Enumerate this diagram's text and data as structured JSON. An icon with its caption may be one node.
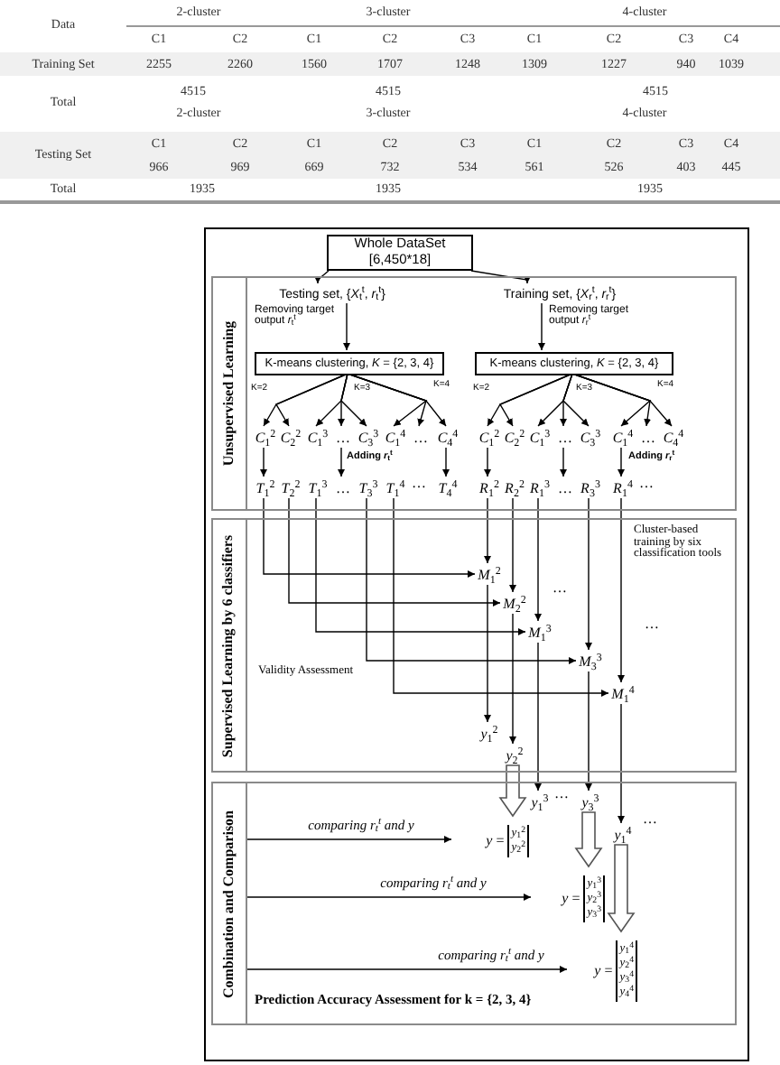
{
  "diagram": {
    "nodes": [
      {
        "text": [
          "Whole DataSet [6,450*18]"
        ]
      },
      {
        "text": [
          "Unsupervised Learning"
        ]
      },
      {
        "text": [
          "Testing set, {*X*$_{t}$$^{t}$, *r*$_{t}$$^{t}$}"
        ],
        "in": 1
      },
      {
        "text": [
          "Training set, {*X*$_{r}$$^{t}$, *r*$_{r}$$^{t}$}"
        ],
        "in": 1
      },
      {
        "text": [
          "K-means clustering, *K* = {2, 3, 4}"
        ],
        "in": 1
      },
      {
        "text": [
          "K-means clustering, *K* = {2, 3, 4}"
        ],
        "in": 1
      },
      {
        "text": [
          "*C*$_{1}$$^{2}$"
        ],
        "in": 1
      },
      {
        "text": [
          "*C*$_{2}$$^{2}$"
        ],
        "in": 1
      },
      {
        "text": [
          "*C*$_{1}$$^{3}$"
        ],
        "in": 1
      },
      {
        "text": [
          "…"
        ],
        "in": 1
      },
      {
        "text": [
          "*C*$_{3}$$^{3}$"
        ],
        "in": 1
      },
      {
        "text": [
          "*C*$_{1}$$^{4}$"
        ],
        "in": 1
      },
      {
        "text": [
          "…"
        ],
        "in": 1
      },
      {
        "text": [
          "*C*$_{4}$$^{4}$"
        ],
        "in": 1
      },
      {
        "text": [
          "*C*$_{1}$$^{2}$"
        ],
        "in": 1
      },
      {
        "text": [
          "*C*$_{2}$$^{2}$"
        ],
        "in": 1
      },
      {
        "text": [
          "*C*$_{1}$$^{3}$"
        ],
        "in": 1
      },
      {
        "text": [
          "…"
        ],
        "in": 1
      },
      {
        "text": [
          "*C*$_{3}$$^{3}$"
        ],
        "in": 1
      },
      {
        "text": [
          "*C*$_{1}$$^{4}$"
        ],
        "in": 1
      },
      {
        "text": [
          "…"
        ],
        "in": 1
      },
      {
        "text": [
          "*C*$_{4}$$^{4}$"
        ],
        "in": 1
      },
      {
        "text": [
          "*T*$_{1}$$^{2}$"
        ],
        "in": 1
      },
      {
        "text": [
          "*T*$_{2}$$^{2}$"
        ],
        "in": 1
      },
      {
        "text": [
          "*T*$_{1}$$^{3}$"
        ],
        "in": 1
      },
      {
        "text": [
          "…"
        ],
        "in": 1
      },
      {
        "text": [
          "*T*$_{3}$$^{3}$"
        ],
        "in": 1
      },
      {
        "text": [
          "*T*$_{1}$$^{4}$"
        ],
        "in": 1
      },
      {
        "text": [
          "*T*$_{4}$$^{4}$"
        ],
        "in": 1
      },
      {
        "text": [
          "*R*$_{1}$$^{2}$"
        ],
        "in": 1
      },
      {
        "text": [
          "*R*$_{2}$$^{2}$"
        ],
        "in": 1
      },
      {
        "text": [
          "*R*$_{1}$$^{3}$"
        ],
        "in": 1
      },
      {
        "text": [
          "…"
        ],
        "in": 1
      },
      {
        "text": [
          "*R*$_{3}$$^{3}$"
        ],
        "in": 1
      },
      {
        "text": [
          "*R*$_{1}$$^{4}$"
        ],
        "in": 1
      },
      {
        "text": [
          "Supervised Learning by 6 classifiers"
        ]
      },
      {
        "text": [
          "*M*$_{1}$$^{2}$"
        ],
        "in": 35
      },
      {
        "text": [
          "*M*$_{2}$$^{2}$"
        ],
        "in": 35
      },
      {
        "text": [
          "*M*$_{1}$$^{3}$"
        ],
        "in": 35
      },
      {
        "text": [
          "*M*$_{3}$$^{3}$"
        ],
        "in": 35
      },
      {
        "text": [
          "*M*$_{1}$$^{4}$"
        ],
        "in": 35
      },
      {
        "text": [
          "*y*$_{1}$$^{2}$"
        ],
        "in": 35
      },
      {
        "text": [
          "*y*$_{2}$$^{2}$"
        ],
        "in": 35
      },
      {
        "text": [
          "Combination and Comparison"
        ]
      },
      {
        "text": [
          "*y*$_{1}$$^{3}$"
        ],
        "in": 43
      },
      {
        "text": [
          "*y*$_{3}$$^{3}$"
        ],
        "in": 43
      },
      {
        "text": [
          "*y*$_{1}$$^{4}$"
        ],
        "in": 43
      },
      {
        "text": [
          "*y* =",
          "*y*$_{1}$$^{2}$",
          "*y*$_{2}$$^{2}$"
        ],
        "in": 43
      },
      {
        "text": [
          "*y* =",
          "*y*$_{1}$$^{3}$",
          "*y*$_{2}$$^{3}$",
          "*y*$_{3}$$^{3}$"
        ],
        "in": 43
      },
      {
        "text": [
          "*y* =",
          "*y*$_{1}$$^{4}$",
          "*y*$_{2}$$^{4}$",
          "*y*$_{3}$$^{4}$",
          "*y*$_{4}$$^{4}$"
        ],
        "in": 43
      }
    ],
    "edges": [
      {
        "from": 0,
        "to": 2,
        "arrow": "to"
      },
      {
        "from": 0,
        "to": 3,
        "arrow": "to"
      },
      {
        "from": 2,
        "to": 4,
        "arrow": "to"
      },
      {
        "from": 3,
        "to": 5,
        "arrow": "to"
      },
      {
        "from": 4,
        "to": 6,
        "arrow": "to"
      },
      {
        "from": 4,
        "to": 7,
        "arrow": "to"
      },
      {
        "from": 4,
        "to": 8,
        "arrow": "to"
      },
      {
        "from": 4,
        "to": 9,
        "arrow": "to"
      },
      {
        "from": 4,
        "to": 10,
        "arrow": "to"
      },
      {
        "from": 4,
        "to": 11,
        "arrow": "to"
      },
      {
        "from": 4,
        "to": 12,
        "arrow": "to"
      },
      {
        "from": 4,
        "to": 13,
        "arrow": "to"
      },
      {
        "from": 5,
        "to": 14,
        "arrow": "to"
      },
      {
        "from": 5,
        "to": 15,
        "arrow": "to"
      },
      {
        "from": 5,
        "to": 16,
        "arrow": "to"
      },
      {
        "from": 5,
        "to": 17,
        "arrow": "to"
      },
      {
        "from": 5,
        "to": 18,
        "arrow": "to"
      },
      {
        "from": 5,
        "to": 19,
        "arrow": "to"
      },
      {
        "from": 5,
        "to": 20,
        "arrow": "to"
      },
      {
        "from": 5,
        "to": 21,
        "arrow": "to"
      },
      {
        "from": 6,
        "to": 22,
        "arrow": "to"
      },
      {
        "from": 9,
        "to": 25,
        "arrow": "to"
      },
      {
        "from": 13,
        "to": 28,
        "arrow": "to"
      },
      {
        "from": 14,
        "to": 29,
        "arrow": "to"
      },
      {
        "from": 17,
        "to": 32,
        "arrow": "to"
      },
      {
        "from": 19,
        "to": 34,
        "arrow": "to"
      },
      {
        "from": 22,
        "to": 36,
        "arrow": "to"
      },
      {
        "from": 23,
        "to": 37,
        "arrow": "to"
      },
      {
        "from": 24,
        "to": 38,
        "arrow": "to"
      },
      {
        "from": 26,
        "to": 39,
        "arrow": "to"
      },
      {
        "from": 27,
        "to": 40,
        "arrow": "to"
      },
      {
        "from": 29,
        "to": 36,
        "arrow": "to"
      },
      {
        "from": 30,
        "to": 37,
        "arrow": "to"
      },
      {
        "from": 31,
        "to": 38,
        "arrow": "to"
      },
      {
        "from": 33,
        "to": 39,
        "arrow": "to"
      },
      {
        "from": 34,
        "to": 40,
        "arrow": "to"
      },
      {
        "from": 36,
        "to": 41,
        "arrow": "to"
      },
      {
        "from": 37,
        "to": 42,
        "arrow": "to"
      },
      {
        "from": 38,
        "to": 44,
        "arrow": "to"
      },
      {
        "from": 39,
        "to": 45,
        "arrow": "to"
      },
      {
        "from": 40,
        "to": 46,
        "arrow": "to"
      },
      {
        "from": 42,
        "to": 47,
        "arrow": "to",
        "style": "thick"
      },
      {
        "from": 45,
        "to": 48,
        "arrow": "to",
        "style": "thick"
      },
      {
        "from": 46,
        "to": 49,
        "arrow": "to",
        "style": "thick"
      },
      {
        "from": null,
        "to": 47,
        "arrow": "to",
        "label": "comparing r$_{t}$$^{t}$ and y"
      },
      {
        "from": null,
        "to": 48,
        "arrow": "to",
        "label": "comparing r$_{t}$$^{t}$ and y"
      },
      {
        "from": null,
        "to": 49,
        "arrow": "to",
        "label": "comparing r$_{t}$$^{t}$ and y"
      }
    ],
    "labels": [
      "Data",
      "2-cluster",
      "3-cluster",
      "4-cluster",
      "C1",
      "C2",
      "C1",
      "C2",
      "C3",
      "C1",
      "C2",
      "C3",
      "C4",
      "Training Set",
      "2255",
      "2260",
      "1560",
      "1707",
      "1248",
      "1309",
      "1227",
      "940",
      "1039",
      "Total",
      "4515",
      "4515",
      "4515",
      "2-cluster",
      "3-cluster",
      "4-cluster",
      "Testing Set",
      "C1",
      "C2",
      "C1",
      "C2",
      "C3",
      "C1",
      "C2",
      "C3",
      "C4",
      "966",
      "969",
      "669",
      "732",
      "534",
      "561",
      "526",
      "403",
      "445",
      "Total",
      "1935",
      "1935",
      "1935",
      "Removing target output *r*$_{t}$$^{t}$",
      "Removing target output *r*$_{r}$$^{t}$",
      "K=2",
      "K=3",
      "K=4",
      "K=2",
      "K=3",
      "K=4",
      "Adding *r*$_{t}$$^{t}$",
      "Adding *r*$_{r}$$^{t}$",
      "…",
      "…",
      "Cluster-based training by six classification tools",
      "…",
      "…",
      "Validity Assessment",
      "…",
      "…",
      "Prediction Accuracy Assessment for k = {2, 3, 4}"
    ]
  }
}
